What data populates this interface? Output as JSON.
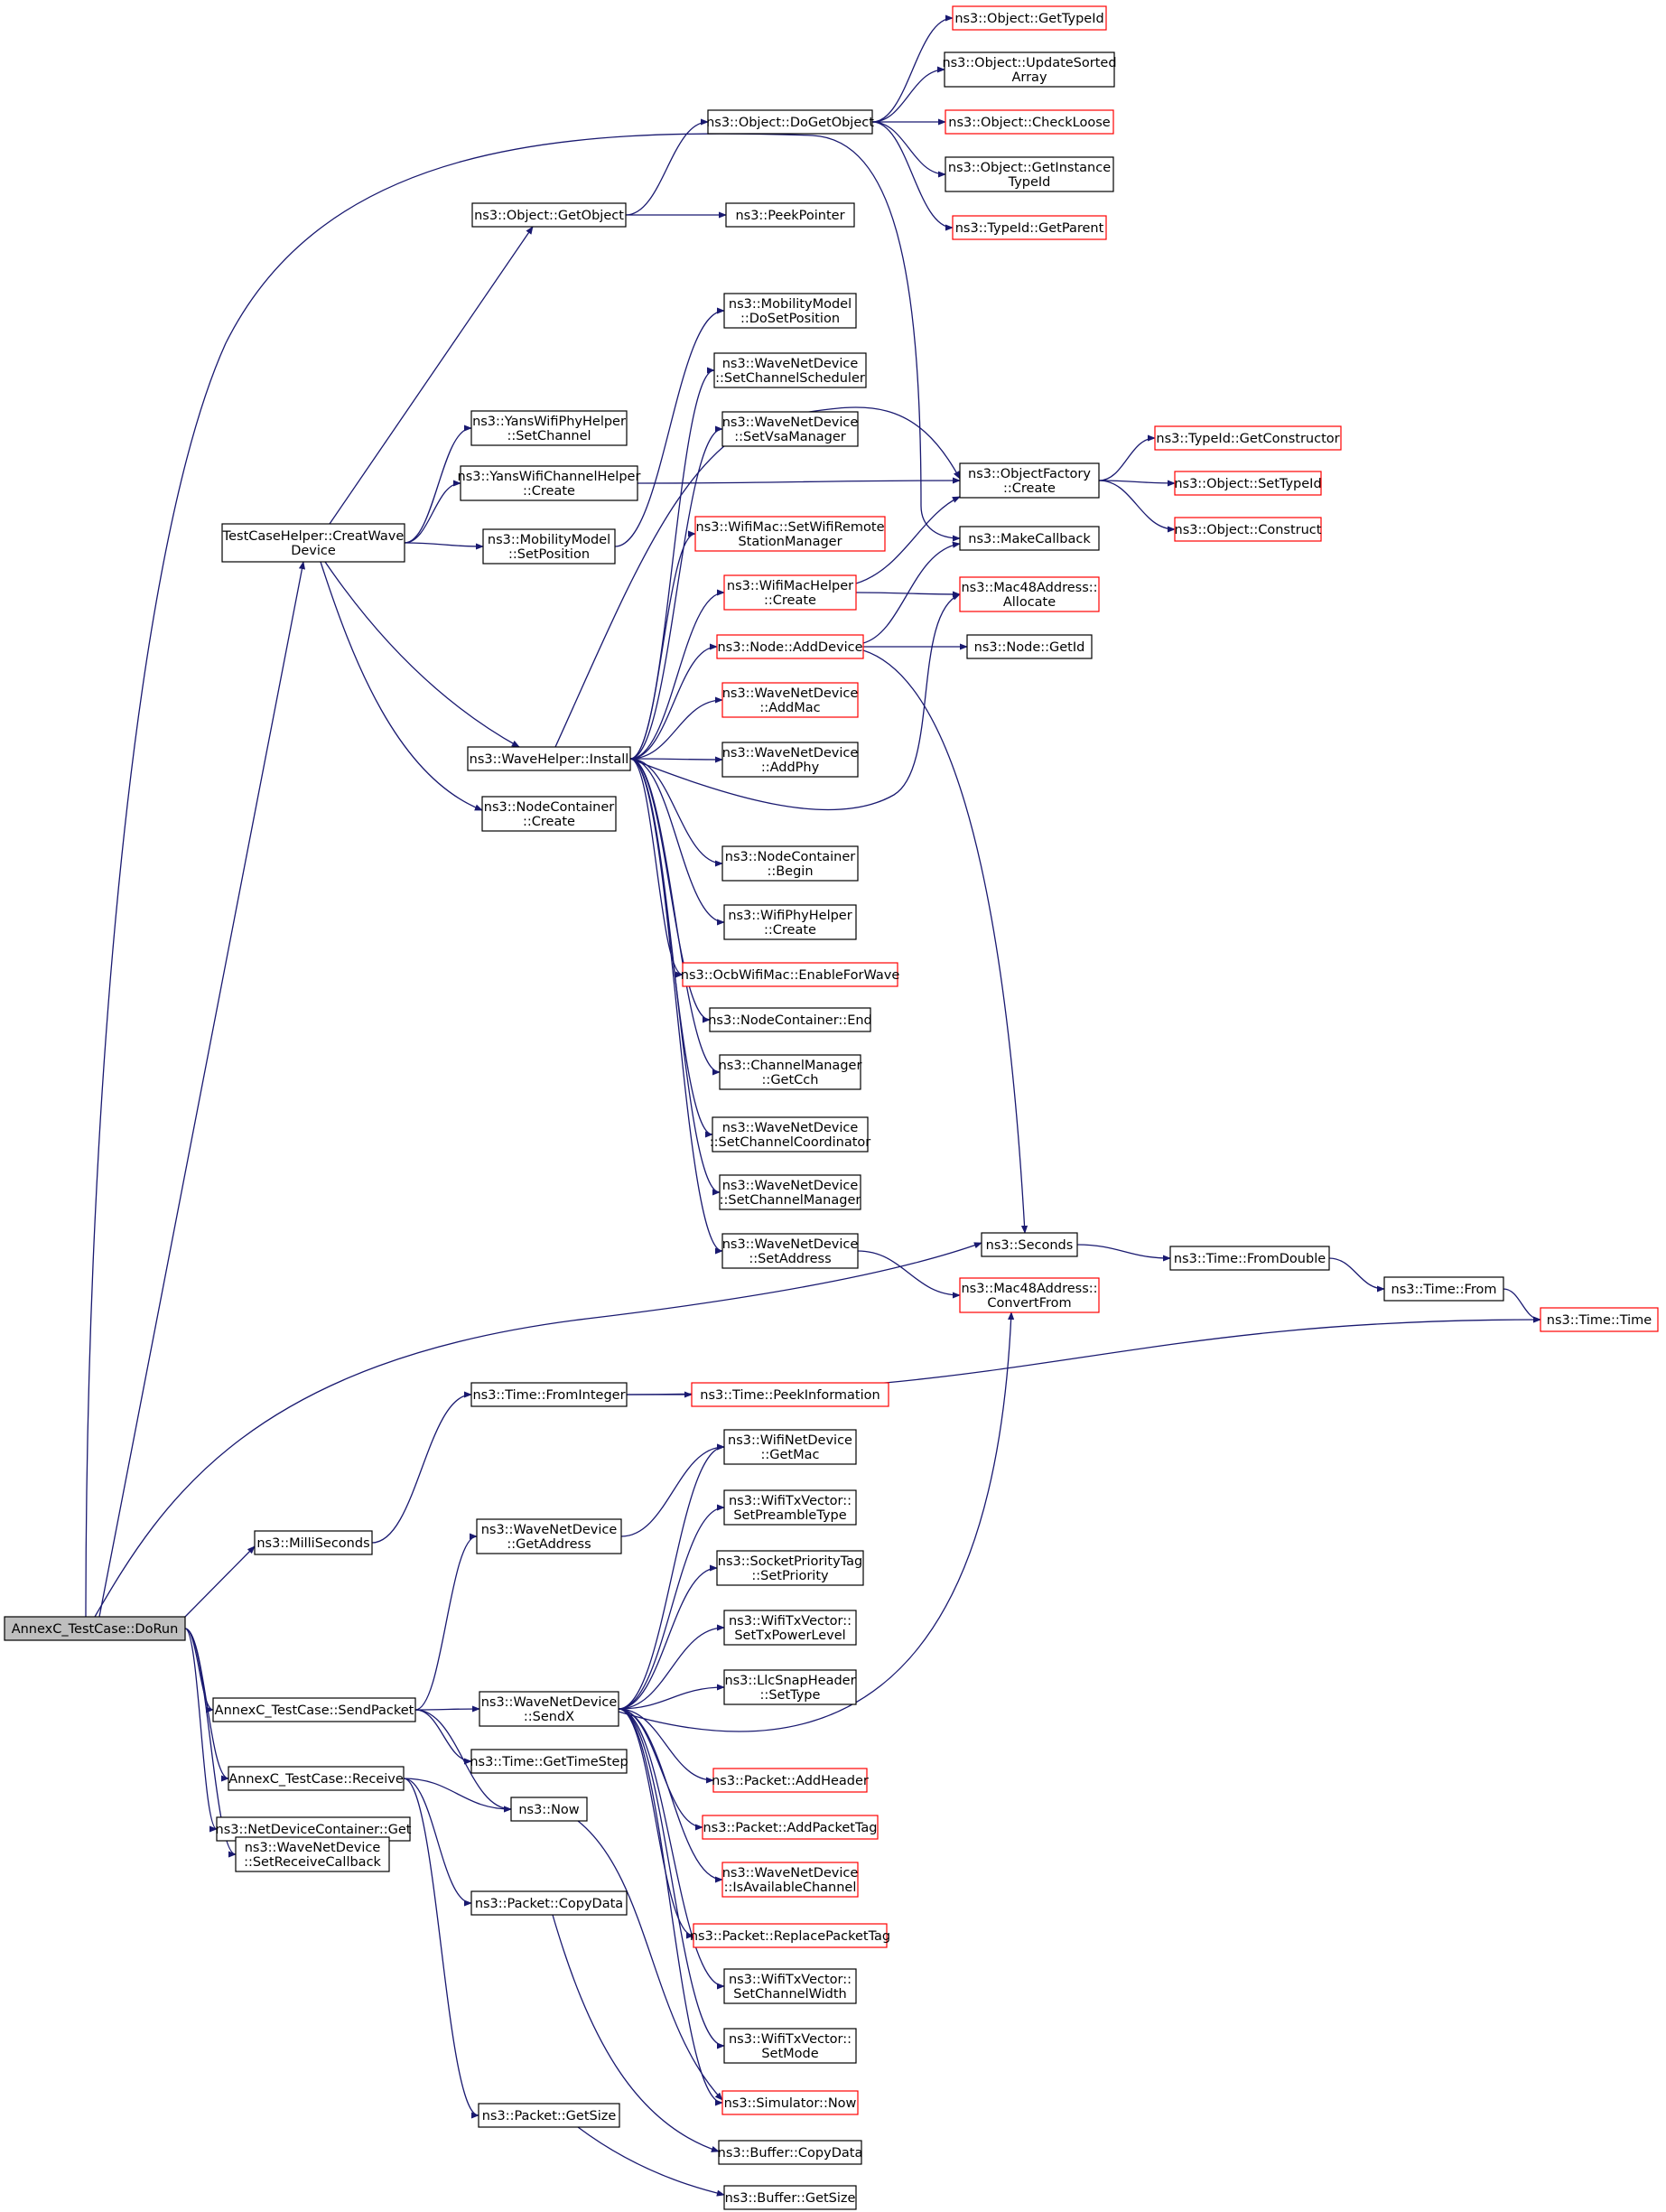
{
  "nodes": {
    "doRun": {
      "label": [
        "AnnexC_TestCase::DoRun"
      ],
      "border": "black",
      "fill": "#bfbfbf"
    },
    "creatWave": {
      "label": [
        "TestCaseHelper::CreatWave",
        "Device"
      ],
      "border": "black"
    },
    "milli": {
      "label": [
        "ns3::MilliSeconds"
      ],
      "border": "black"
    },
    "sendPacket": {
      "label": [
        "AnnexC_TestCase::SendPacket"
      ],
      "border": "black"
    },
    "receive": {
      "label": [
        "AnnexC_TestCase::Receive"
      ],
      "border": "black"
    },
    "ndcGet": {
      "label": [
        "ns3::NetDeviceContainer::Get"
      ],
      "border": "black"
    },
    "setRecvCb": {
      "label": [
        "ns3::WaveNetDevice",
        "::SetReceiveCallback"
      ],
      "border": "black"
    },
    "getObject": {
      "label": [
        "ns3::Object::GetObject"
      ],
      "border": "black"
    },
    "yansPhySetCh": {
      "label": [
        "ns3::YansWifiPhyHelper",
        "::SetChannel"
      ],
      "border": "black"
    },
    "yansChCreate": {
      "label": [
        "ns3::YansWifiChannelHelper",
        "::Create"
      ],
      "border": "black"
    },
    "mmSetPos": {
      "label": [
        "ns3::MobilityModel",
        "::SetPosition"
      ],
      "border": "black"
    },
    "waveInstall": {
      "label": [
        "ns3::WaveHelper::Install"
      ],
      "border": "black"
    },
    "ncCreate": {
      "label": [
        "ns3::NodeContainer",
        "::Create"
      ],
      "border": "black"
    },
    "fromInteger": {
      "label": [
        "ns3::Time::FromInteger"
      ],
      "border": "black"
    },
    "getAddress": {
      "label": [
        "ns3::WaveNetDevice",
        "::GetAddress"
      ],
      "border": "black"
    },
    "sendX": {
      "label": [
        "ns3::WaveNetDevice",
        "::SendX"
      ],
      "border": "black"
    },
    "getTimeStep": {
      "label": [
        "ns3::Time::GetTimeStep"
      ],
      "border": "black"
    },
    "now": {
      "label": [
        "ns3::Now"
      ],
      "border": "black"
    },
    "copyData": {
      "label": [
        "ns3::Packet::CopyData"
      ],
      "border": "black"
    },
    "pktGetSize": {
      "label": [
        "ns3::Packet::GetSize"
      ],
      "border": "black"
    },
    "doGetObject": {
      "label": [
        "ns3::Object::DoGetObject"
      ],
      "border": "black"
    },
    "peekPointer": {
      "label": [
        "ns3::PeekPointer"
      ],
      "border": "black"
    },
    "mmDoSetPos": {
      "label": [
        "ns3::MobilityModel",
        "::DoSetPosition"
      ],
      "border": "black"
    },
    "setChSched": {
      "label": [
        "ns3::WaveNetDevice",
        "::SetChannelScheduler"
      ],
      "border": "black"
    },
    "setVsa": {
      "label": [
        "ns3::WaveNetDevice",
        "::SetVsaManager"
      ],
      "border": "black"
    },
    "setWifiRsm": {
      "label": [
        "ns3::WifiMac::SetWifiRemote",
        "StationManager"
      ],
      "border": "red"
    },
    "wifiMacCreate": {
      "label": [
        "ns3::WifiMacHelper",
        "::Create"
      ],
      "border": "red"
    },
    "addDevice": {
      "label": [
        "ns3::Node::AddDevice"
      ],
      "border": "red"
    },
    "addMac": {
      "label": [
        "ns3::WaveNetDevice",
        "::AddMac"
      ],
      "border": "red"
    },
    "addPhy": {
      "label": [
        "ns3::WaveNetDevice",
        "::AddPhy"
      ],
      "border": "black"
    },
    "ncBegin": {
      "label": [
        "ns3::NodeContainer",
        "::Begin"
      ],
      "border": "black"
    },
    "wifiPhyCreate": {
      "label": [
        "ns3::WifiPhyHelper",
        "::Create"
      ],
      "border": "black"
    },
    "ocbEnable": {
      "label": [
        "ns3::OcbWifiMac::EnableForWave"
      ],
      "border": "red"
    },
    "ncEnd": {
      "label": [
        "ns3::NodeContainer::End"
      ],
      "border": "black"
    },
    "cmGetCch": {
      "label": [
        "ns3::ChannelManager",
        "::GetCch"
      ],
      "border": "black"
    },
    "setChCoord": {
      "label": [
        "ns3::WaveNetDevice",
        "::SetChannelCoordinator"
      ],
      "border": "black"
    },
    "setChMgr": {
      "label": [
        "ns3::WaveNetDevice",
        "::SetChannelManager"
      ],
      "border": "black"
    },
    "setAddress": {
      "label": [
        "ns3::WaveNetDevice",
        "::SetAddress"
      ],
      "border": "black"
    },
    "peekInfo": {
      "label": [
        "ns3::Time::PeekInformation"
      ],
      "border": "red"
    },
    "wndGetMac": {
      "label": [
        "ns3::WifiNetDevice",
        "::GetMac"
      ],
      "border": "black"
    },
    "setPreamble": {
      "label": [
        "ns3::WifiTxVector::",
        "SetPreambleType"
      ],
      "border": "black"
    },
    "sptSetPrio": {
      "label": [
        "ns3::SocketPriorityTag",
        "::SetPriority"
      ],
      "border": "black"
    },
    "setTxPower": {
      "label": [
        "ns3::WifiTxVector::",
        "SetTxPowerLevel"
      ],
      "border": "black"
    },
    "llcSetType": {
      "label": [
        "ns3::LlcSnapHeader",
        "::SetType"
      ],
      "border": "black"
    },
    "addHeader": {
      "label": [
        "ns3::Packet::AddHeader"
      ],
      "border": "red"
    },
    "addPktTag": {
      "label": [
        "ns3::Packet::AddPacketTag"
      ],
      "border": "red"
    },
    "isAvailCh": {
      "label": [
        "ns3::WaveNetDevice",
        "::IsAvailableChannel"
      ],
      "border": "red"
    },
    "replacePktTag": {
      "label": [
        "ns3::Packet::ReplacePacketTag"
      ],
      "border": "red"
    },
    "setChWidth": {
      "label": [
        "ns3::WifiTxVector::",
        "SetChannelWidth"
      ],
      "border": "black"
    },
    "setMode": {
      "label": [
        "ns3::WifiTxVector::",
        "SetMode"
      ],
      "border": "black"
    },
    "simNow": {
      "label": [
        "ns3::Simulator::Now"
      ],
      "border": "red"
    },
    "bufCopyData": {
      "label": [
        "ns3::Buffer::CopyData"
      ],
      "border": "black"
    },
    "bufGetSize": {
      "label": [
        "ns3::Buffer::GetSize"
      ],
      "border": "black"
    },
    "getTypeId": {
      "label": [
        "ns3::Object::GetTypeId"
      ],
      "border": "red"
    },
    "updateSorted": {
      "label": [
        "ns3::Object::UpdateSorted",
        "Array"
      ],
      "border": "black"
    },
    "checkLoose": {
      "label": [
        "ns3::Object::CheckLoose"
      ],
      "border": "red"
    },
    "getInstTid": {
      "label": [
        "ns3::Object::GetInstance",
        "TypeId"
      ],
      "border": "black"
    },
    "tidGetParent": {
      "label": [
        "ns3::TypeId::GetParent"
      ],
      "border": "red"
    },
    "ofCreate": {
      "label": [
        "ns3::ObjectFactory",
        "::Create"
      ],
      "border": "black"
    },
    "makeCallback": {
      "label": [
        "ns3::MakeCallback"
      ],
      "border": "black"
    },
    "macAllocate": {
      "label": [
        "ns3::Mac48Address::",
        "Allocate"
      ],
      "border": "red"
    },
    "nodeGetId": {
      "label": [
        "ns3::Node::GetId"
      ],
      "border": "black"
    },
    "seconds": {
      "label": [
        "ns3::Seconds"
      ],
      "border": "black"
    },
    "macConvertFrom": {
      "label": [
        "ns3::Mac48Address::",
        "ConvertFrom"
      ],
      "border": "red"
    },
    "tidGetCtor": {
      "label": [
        "ns3::TypeId::GetConstructor"
      ],
      "border": "red"
    },
    "objSetTid": {
      "label": [
        "ns3::Object::SetTypeId"
      ],
      "border": "red"
    },
    "objConstruct": {
      "label": [
        "ns3::Object::Construct"
      ],
      "border": "red"
    },
    "fromDouble": {
      "label": [
        "ns3::Time::FromDouble"
      ],
      "border": "black"
    },
    "timeFrom": {
      "label": [
        "ns3::Time::From"
      ],
      "border": "black"
    },
    "timeTime": {
      "label": [
        "ns3::Time::Time"
      ],
      "border": "red"
    }
  },
  "edges": [
    [
      "doRun",
      "creatWave"
    ],
    [
      "doRun",
      "milli"
    ],
    [
      "doRun",
      "sendPacket"
    ],
    [
      "doRun",
      "receive"
    ],
    [
      "doRun",
      "ndcGet"
    ],
    [
      "doRun",
      "setRecvCb"
    ],
    [
      "doRun",
      "seconds"
    ],
    [
      "doRun",
      "makeCallback"
    ],
    [
      "creatWave",
      "getObject"
    ],
    [
      "creatWave",
      "yansPhySetCh"
    ],
    [
      "creatWave",
      "yansChCreate"
    ],
    [
      "creatWave",
      "mmSetPos"
    ],
    [
      "creatWave",
      "waveInstall"
    ],
    [
      "creatWave",
      "ncCreate"
    ],
    [
      "getObject",
      "doGetObject"
    ],
    [
      "getObject",
      "peekPointer"
    ],
    [
      "doGetObject",
      "getTypeId"
    ],
    [
      "doGetObject",
      "updateSorted"
    ],
    [
      "doGetObject",
      "checkLoose"
    ],
    [
      "doGetObject",
      "getInstTid"
    ],
    [
      "doGetObject",
      "tidGetParent"
    ],
    [
      "yansChCreate",
      "ofCreate"
    ],
    [
      "mmSetPos",
      "mmDoSetPos"
    ],
    [
      "waveInstall",
      "setChSched"
    ],
    [
      "waveInstall",
      "setVsa"
    ],
    [
      "waveInstall",
      "ofCreate"
    ],
    [
      "waveInstall",
      "setWifiRsm"
    ],
    [
      "waveInstall",
      "wifiMacCreate"
    ],
    [
      "waveInstall",
      "addDevice"
    ],
    [
      "waveInstall",
      "addMac"
    ],
    [
      "waveInstall",
      "addPhy"
    ],
    [
      "waveInstall",
      "macAllocate"
    ],
    [
      "waveInstall",
      "ncBegin"
    ],
    [
      "waveInstall",
      "wifiPhyCreate"
    ],
    [
      "waveInstall",
      "ocbEnable"
    ],
    [
      "waveInstall",
      "ncEnd"
    ],
    [
      "waveInstall",
      "cmGetCch"
    ],
    [
      "waveInstall",
      "setChCoord"
    ],
    [
      "waveInstall",
      "setChMgr"
    ],
    [
      "waveInstall",
      "setAddress"
    ],
    [
      "wifiMacCreate",
      "ofCreate"
    ],
    [
      "wifiMacCreate",
      "macAllocate"
    ],
    [
      "addDevice",
      "makeCallback"
    ],
    [
      "addDevice",
      "nodeGetId"
    ],
    [
      "addDevice",
      "seconds"
    ],
    [
      "setAddress",
      "macConvertFrom"
    ],
    [
      "ofCreate",
      "tidGetCtor"
    ],
    [
      "ofCreate",
      "objSetTid"
    ],
    [
      "ofCreate",
      "objConstruct"
    ],
    [
      "seconds",
      "fromDouble"
    ],
    [
      "fromDouble",
      "timeFrom"
    ],
    [
      "timeFrom",
      "timeTime"
    ],
    [
      "milli",
      "fromInteger"
    ],
    [
      "fromInteger",
      "timeTime"
    ],
    [
      "fromInteger",
      "peekInfo"
    ],
    [
      "sendPacket",
      "getAddress"
    ],
    [
      "sendPacket",
      "sendX"
    ],
    [
      "sendPacket",
      "getTimeStep"
    ],
    [
      "sendPacket",
      "now"
    ],
    [
      "getAddress",
      "wndGetMac"
    ],
    [
      "sendX",
      "wndGetMac"
    ],
    [
      "sendX",
      "setPreamble"
    ],
    [
      "sendX",
      "sptSetPrio"
    ],
    [
      "sendX",
      "setTxPower"
    ],
    [
      "sendX",
      "llcSetType"
    ],
    [
      "sendX",
      "macConvertFrom"
    ],
    [
      "sendX",
      "addHeader"
    ],
    [
      "sendX",
      "addPktTag"
    ],
    [
      "sendX",
      "isAvailCh"
    ],
    [
      "sendX",
      "replacePktTag"
    ],
    [
      "sendX",
      "setChWidth"
    ],
    [
      "sendX",
      "setMode"
    ],
    [
      "sendX",
      "simNow"
    ],
    [
      "receive",
      "now"
    ],
    [
      "receive",
      "copyData"
    ],
    [
      "receive",
      "pktGetSize"
    ],
    [
      "now",
      "simNow"
    ],
    [
      "copyData",
      "bufCopyData"
    ],
    [
      "pktGetSize",
      "bufGetSize"
    ]
  ],
  "colors": {
    "edge": "#191970",
    "node_default": "#000000",
    "node_external": "#ff0000",
    "highlight_fill": "#bfbfbf"
  }
}
